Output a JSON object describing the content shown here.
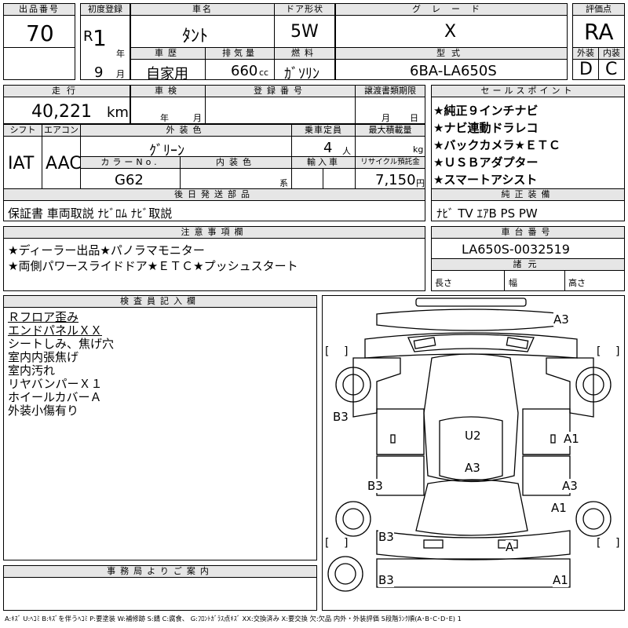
{
  "labels": {
    "lot_no": "出品番号",
    "first_reg": "初度登録",
    "car_name": "車名",
    "door": "ドア形状",
    "grade": "グレード",
    "score": "評価点",
    "history": "車歴",
    "displacement": "排気量",
    "fuel": "燃料",
    "model": "型式",
    "exterior_score": "外装",
    "interior_score": "内装",
    "mileage": "走行",
    "inspection": "車検",
    "reg_no": "登録番号",
    "transfer_docs": "譲渡書類期限",
    "selling_points": "セールスポイント",
    "shift": "シフト",
    "aircon": "エアコン",
    "ext_color": "外装色",
    "capacity": "乗車定員",
    "max_load": "最大積載量",
    "color_no": "カラーNo.",
    "int_color": "内装色",
    "import": "輸入車",
    "recycle": "リサイクル預託金",
    "later_parts": "後日発送部品",
    "standard_equip": "純正装備",
    "notes": "注意事項欄",
    "chassis": "車台番号",
    "dims": "諸元",
    "length": "長さ",
    "width": "幅",
    "height": "高さ",
    "inspector": "検査員記入欄",
    "office": "事務局よりご案内"
  },
  "units": {
    "year": "年",
    "month": "月",
    "cc": "cc",
    "km": "km",
    "persons": "人",
    "kg": "kg",
    "kei": "系",
    "yen": "円",
    "insp_year": "年",
    "insp_month": "月",
    "transfer_month": "月",
    "transfer_day": "日"
  },
  "values": {
    "lot_no": "70",
    "era": "R",
    "year": "1",
    "month": "9",
    "car_name": "ﾀﾝﾄ",
    "door": "5W",
    "grade": "X",
    "score": "RA",
    "history": "自家用",
    "displacement": "660",
    "fuel": "ｶﾞｿﾘﾝ",
    "model": "6BA-LA650S",
    "exterior_score": "D",
    "interior_score": "C",
    "mileage": "40,221",
    "shift": "IAT",
    "aircon": "AAC",
    "ext_color": "ｸﾞﾘｰﾝ",
    "capacity": "4",
    "color_no": "G62",
    "recycle": "7,150",
    "later_parts": "保証書 車両取説 ﾅﾋﾞﾛﾑ ﾅﾋﾞ取説",
    "standard_equip": "ﾅﾋﾞ TV ｴｱB PS PW",
    "chassis": "LA650S-0032519"
  },
  "selling_points": [
    "★純正９インチナビ",
    "★ナビ連動ドラレコ",
    "★バックカメラ★ＥＴＣ",
    "★ＵＳＢアダプター",
    "★スマートアシスト"
  ],
  "notes": [
    "★ディーラー出品★パノラマモニター",
    "★両側パワースライドドア★ＥＴＣ★プッシュスタート"
  ],
  "inspector_notes": [
    "Ｒフロア歪み",
    "エンドパネルＸＸ",
    "シートしみ、焦げ穴",
    "室内内張焦げ",
    "室内汚れ",
    "リヤバンパーＸ１",
    "ホイールカバーＡ",
    "外装小傷有り"
  ],
  "diagram_marks": {
    "front_right": "A3",
    "left_panel": "B3",
    "center": "U2",
    "right_front": "A1",
    "roof": "A3",
    "left_rear": "B3",
    "right_rear": "A3",
    "right_wheel": "A1",
    "rear_left": "B3",
    "rear_center": "A",
    "bottom_left": "B3",
    "bottom_right": "A1"
  },
  "legend": "A:ｷｽﾞ U:ﾍｺﾐ B:ｷｽﾞを伴うﾍｺﾐ P:要塗装 W:補修跡 S:錆 C:腐食、 G:ﾌﾛﾝﾄｶﾞﾗｽ点ｷｽﾞ XX:交換済み X:要交換 欠:欠品 内外・外装評価 5段階ﾗﾝｸ順(A･B･C･D･E) 1"
}
